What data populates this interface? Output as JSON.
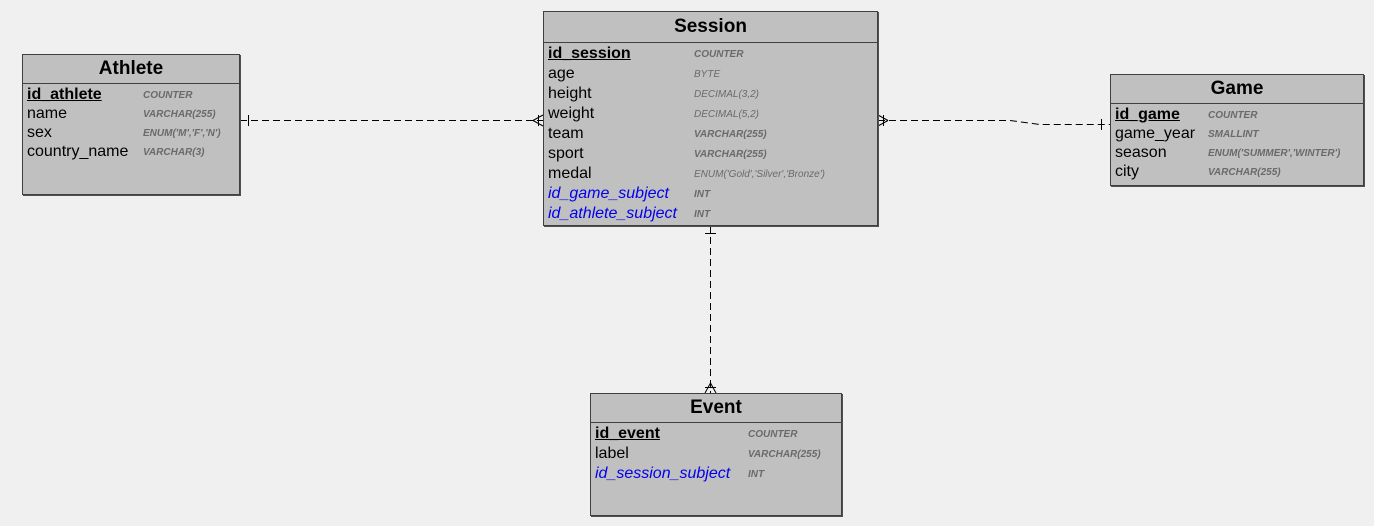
{
  "entities": {
    "athlete": {
      "title": "Athlete",
      "attributes": [
        {
          "name": "id_athlete",
          "type": "COUNTER"
        },
        {
          "name": "name",
          "type": "VARCHAR(255)"
        },
        {
          "name": "sex",
          "type": "ENUM('M','F','N')"
        },
        {
          "name": "country_name",
          "type": "VARCHAR(3)"
        }
      ]
    },
    "session": {
      "title": "Session",
      "attributes": [
        {
          "name": "id_session",
          "type": "COUNTER"
        },
        {
          "name": "age",
          "type": "BYTE"
        },
        {
          "name": "height",
          "type": "DECIMAL(3,2)"
        },
        {
          "name": "weight",
          "type": "DECIMAL(5,2)"
        },
        {
          "name": "team",
          "type": "VARCHAR(255)"
        },
        {
          "name": "sport",
          "type": "VARCHAR(255)"
        },
        {
          "name": "medal",
          "type": "ENUM('Gold','Silver','Bronze')"
        },
        {
          "name": "id_game_subject",
          "type": "INT"
        },
        {
          "name": "id_athlete_subject",
          "type": "INT"
        }
      ]
    },
    "game": {
      "title": "Game",
      "attributes": [
        {
          "name": "id_game",
          "type": "COUNTER"
        },
        {
          "name": "game_year",
          "type": "SMALLINT"
        },
        {
          "name": "season",
          "type": "ENUM('SUMMER','WINTER')"
        },
        {
          "name": "city",
          "type": "VARCHAR(255)"
        }
      ]
    },
    "event": {
      "title": "Event",
      "attributes": [
        {
          "name": "id_event",
          "type": "COUNTER"
        },
        {
          "name": "label",
          "type": "VARCHAR(255)"
        },
        {
          "name": "id_session_subject",
          "type": "INT"
        }
      ]
    }
  },
  "relationships": [
    {
      "from": "Athlete",
      "to": "Session",
      "from_cardinality": "one",
      "to_cardinality": "many"
    },
    {
      "from": "Game",
      "to": "Session",
      "from_cardinality": "one",
      "to_cardinality": "many"
    },
    {
      "from": "Session",
      "to": "Event",
      "from_cardinality": "one",
      "to_cardinality": "many"
    }
  ],
  "colors": {
    "canvas": "#f0f0f0",
    "entity_fill": "#c0c0c0",
    "entity_border": "#404040",
    "foreign_key": "#0000ee",
    "type_text": "#6a6a6a",
    "connector": "#000000"
  }
}
